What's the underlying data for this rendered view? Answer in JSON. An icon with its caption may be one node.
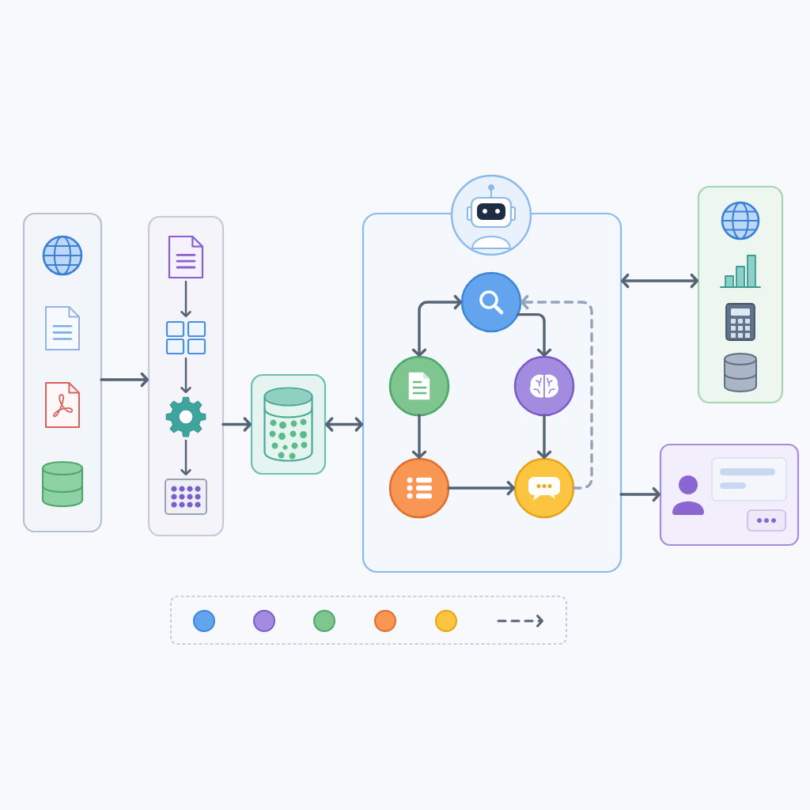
{
  "diagram": {
    "nodes": [
      {
        "text": [],
        "shape": "box"
      },
      {
        "text": [],
        "shape": "box"
      },
      {
        "text": [],
        "shape": "picture",
        "in": 1
      },
      {
        "text": [],
        "shape": "picture",
        "in": 1
      },
      {
        "text": [],
        "shape": "picture",
        "in": 1
      },
      {
        "text": [],
        "shape": "picture",
        "in": 1
      },
      {
        "text": [],
        "shape": "box"
      },
      {
        "text": [],
        "shape": "box"
      },
      {
        "text": [],
        "shape": "circle"
      },
      {
        "text": [],
        "shape": "circle",
        "in": 7
      },
      {
        "text": [],
        "shape": "circle",
        "in": 7
      },
      {
        "text": [],
        "shape": "circle",
        "in": 7
      },
      {
        "text": [],
        "shape": "circle",
        "in": 7
      },
      {
        "text": [],
        "shape": "circle",
        "in": 7
      },
      {
        "text": [],
        "shape": "box"
      },
      {
        "text": [],
        "shape": "box"
      }
    ],
    "edges": [
      {
        "from": 0,
        "to": 1,
        "arrow": "to"
      },
      {
        "from": 2,
        "to": 3,
        "arrow": "to"
      },
      {
        "from": 3,
        "to": 4,
        "arrow": "to"
      },
      {
        "from": 4,
        "to": 5,
        "arrow": "to"
      },
      {
        "from": 1,
        "to": 6,
        "arrow": "to"
      },
      {
        "from": 6,
        "to": 7,
        "arrow": "both"
      },
      {
        "from": 9,
        "to": 10,
        "arrow": "both"
      },
      {
        "from": 9,
        "to": 11,
        "arrow": "to"
      },
      {
        "from": 10,
        "to": 12,
        "arrow": "to"
      },
      {
        "from": 11,
        "to": 13,
        "arrow": "to"
      },
      {
        "from": 12,
        "to": 13,
        "arrow": "to"
      },
      {
        "from": 13,
        "to": 9,
        "arrow": "to",
        "style": "dashed",
        "color": "#94a3b8"
      },
      {
        "from": 7,
        "to": 14,
        "arrow": "both"
      },
      {
        "from": 7,
        "to": 15,
        "arrow": "to"
      }
    ]
  }
}
